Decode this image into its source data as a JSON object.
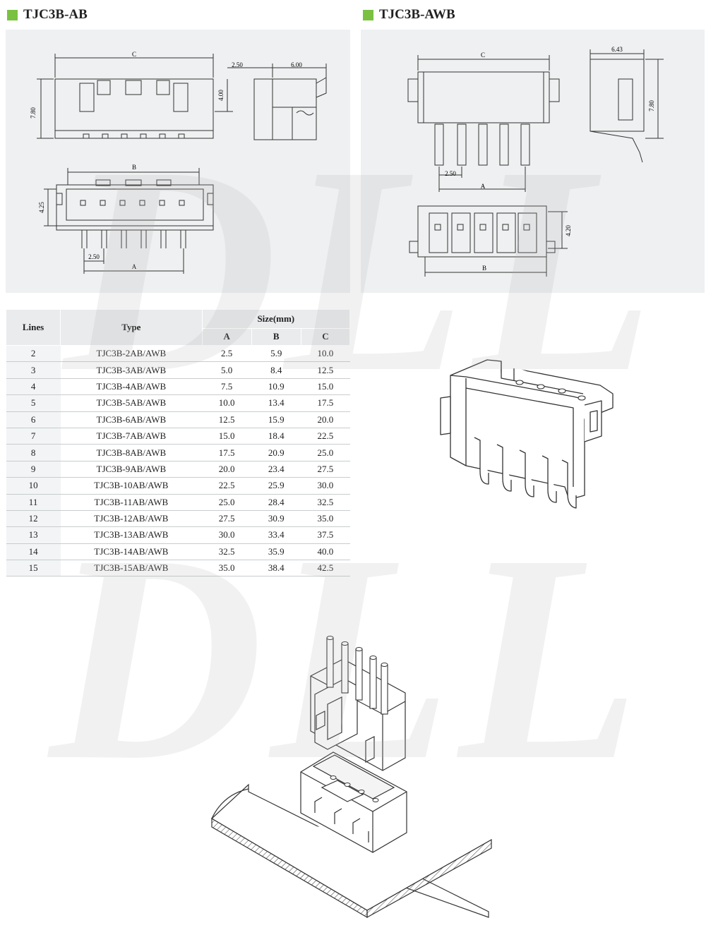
{
  "headings": {
    "left": "TJC3B-AB",
    "right": "TJC3B-AWB"
  },
  "watermark": "DLL",
  "colors": {
    "accent": "#7ac142",
    "panel": "#eef0f1",
    "line": "#333333"
  },
  "ab_front": {
    "C": "C",
    "h780": "7.80",
    "d250": "2.50",
    "d600": "6.00",
    "d400": "4.00"
  },
  "ab_bottom": {
    "B": "B",
    "d425": "4.25",
    "d250": "2.50",
    "A": "A"
  },
  "awb_front": {
    "C": "C",
    "d250": "2.50",
    "A": "A"
  },
  "awb_side": {
    "d643": "6.43",
    "h780": "7.80"
  },
  "awb_bottom": {
    "d420": "4.20",
    "B": "B"
  },
  "table": {
    "col_lines": "Lines",
    "col_type": "Type",
    "col_size": "Size(mm)",
    "col_a": "A",
    "col_b": "B",
    "col_c": "C",
    "rows": [
      {
        "lines": "2",
        "type": "TJC3B-2AB/AWB",
        "a": "2.5",
        "b": "5.9",
        "c": "10.0"
      },
      {
        "lines": "3",
        "type": "TJC3B-3AB/AWB",
        "a": "5.0",
        "b": "8.4",
        "c": "12.5"
      },
      {
        "lines": "4",
        "type": "TJC3B-4AB/AWB",
        "a": "7.5",
        "b": "10.9",
        "c": "15.0"
      },
      {
        "lines": "5",
        "type": "TJC3B-5AB/AWB",
        "a": "10.0",
        "b": "13.4",
        "c": "17.5"
      },
      {
        "lines": "6",
        "type": "TJC3B-6AB/AWB",
        "a": "12.5",
        "b": "15.9",
        "c": "20.0"
      },
      {
        "lines": "7",
        "type": "TJC3B-7AB/AWB",
        "a": "15.0",
        "b": "18.4",
        "c": "22.5"
      },
      {
        "lines": "8",
        "type": "TJC3B-8AB/AWB",
        "a": "17.5",
        "b": "20.9",
        "c": "25.0"
      },
      {
        "lines": "9",
        "type": "TJC3B-9AB/AWB",
        "a": "20.0",
        "b": "23.4",
        "c": "27.5"
      },
      {
        "lines": "10",
        "type": "TJC3B-10AB/AWB",
        "a": "22.5",
        "b": "25.9",
        "c": "30.0"
      },
      {
        "lines": "11",
        "type": "TJC3B-11AB/AWB",
        "a": "25.0",
        "b": "28.4",
        "c": "32.5"
      },
      {
        "lines": "12",
        "type": "TJC3B-12AB/AWB",
        "a": "27.5",
        "b": "30.9",
        "c": "35.0"
      },
      {
        "lines": "13",
        "type": "TJC3B-13AB/AWB",
        "a": "30.0",
        "b": "33.4",
        "c": "37.5"
      },
      {
        "lines": "14",
        "type": "TJC3B-14AB/AWB",
        "a": "32.5",
        "b": "35.9",
        "c": "40.0"
      },
      {
        "lines": "15",
        "type": "TJC3B-15AB/AWB",
        "a": "35.0",
        "b": "38.4",
        "c": "42.5"
      }
    ]
  }
}
